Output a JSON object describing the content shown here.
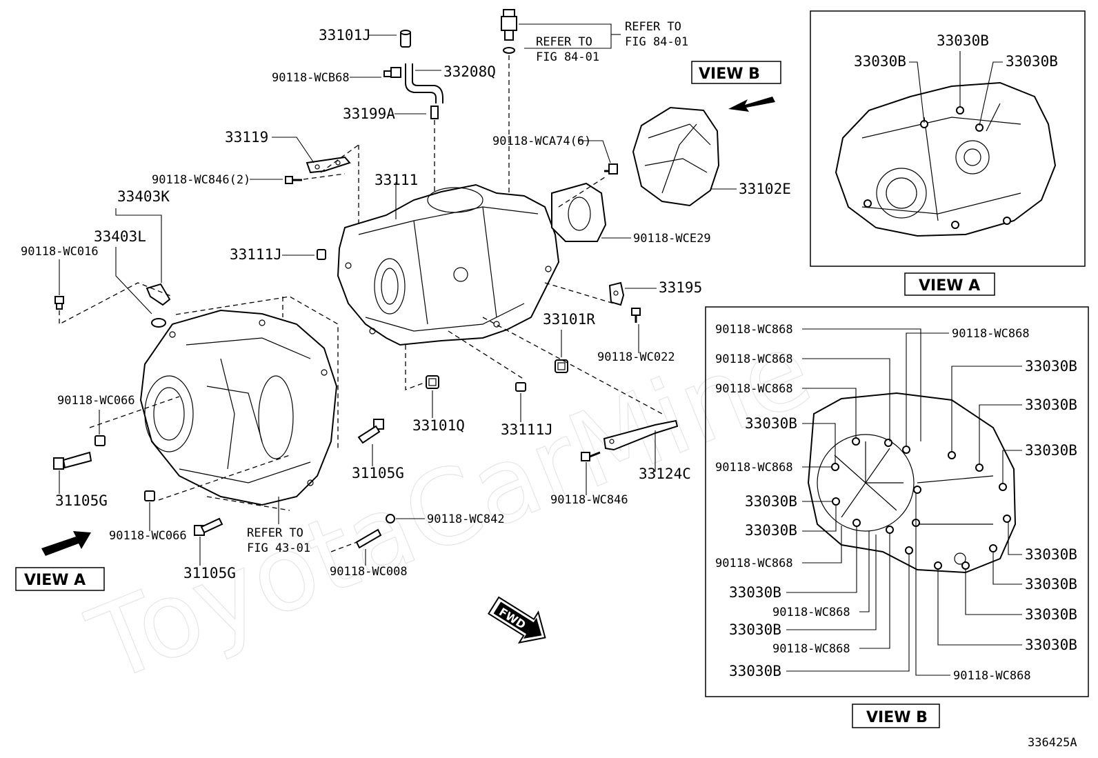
{
  "views": {
    "view_a_main": "VIEW A",
    "view_a_inset": "VIEW A",
    "view_b_main": "VIEW B",
    "view_b_inset": "VIEW B"
  },
  "fwd_label": "FWD",
  "diagram_code": "336425A",
  "watermark": "ToyotaCarMine",
  "refer_notes": {
    "refer_84_01_a": [
      "REFER TO",
      "FIG 84-01"
    ],
    "refer_84_01_b": [
      "REFER TO",
      "FIG 84-01"
    ],
    "refer_43_01": [
      "REFER TO",
      "FIG 43-01"
    ]
  },
  "parts": {
    "p33101J": "33101J",
    "p33208Q": "33208Q",
    "p90118_WCB68": "90118-WCB68",
    "p33199A": "33199A",
    "p33119": "33119",
    "p90118_WC846_2": "90118-WC846(2)",
    "p33403K": "33403K",
    "p33403L": "33403L",
    "p90118_WC016": "90118-WC016",
    "p33111": "33111",
    "p33111J_a": "33111J",
    "p90118_WCA74_6": "90118-WCA74(6)",
    "p33102E": "33102E",
    "p90118_WCE29": "90118-WCE29",
    "p33195": "33195",
    "p33101R": "33101R",
    "p90118_WC022": "90118-WC022",
    "p33101Q": "33101Q",
    "p33111J_b": "33111J",
    "p90118_WC066_a": "90118-WC066",
    "p31105G_a": "31105G",
    "p31105G_b": "31105G",
    "p31105G_c": "31105G",
    "p90118_WC066_b": "90118-WC066",
    "p90118_WC842": "90118-WC842",
    "p90118_WC008": "90118-WC008",
    "p33124C": "33124C",
    "p90118_WC846": "90118-WC846"
  },
  "inset_a_labels": [
    "33030B",
    "33030B",
    "33030B"
  ],
  "inset_b_left_labels": [
    "90118-WC868",
    "90118-WC868",
    "90118-WC868",
    "33030B",
    "90118-WC868",
    "33030B",
    "33030B",
    "90118-WC868",
    "33030B",
    "90118-WC868",
    "33030B",
    "90118-WC868",
    "33030B"
  ],
  "inset_b_right_labels": [
    "90118-WC868",
    "33030B",
    "33030B",
    "33030B",
    "33030B",
    "33030B",
    "33030B",
    "33030B",
    "90118-WC868"
  ]
}
